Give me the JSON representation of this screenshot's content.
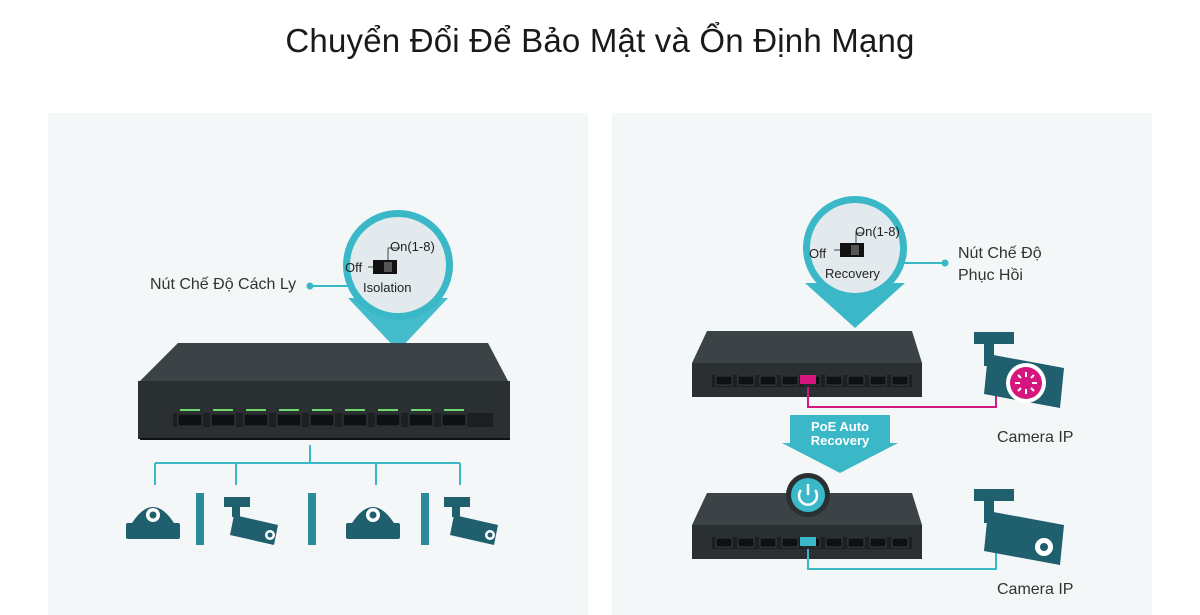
{
  "page": {
    "title": "Chuyển Đổi Để Bảo Mật và Ổn Định Mạng"
  },
  "isolation_panel": {
    "label": "Nút Chế Độ Cách Ly",
    "switch_off": "Off",
    "switch_on": "On(1-8)",
    "switch_mode": "Isolation"
  },
  "recovery_panel": {
    "label_line1": "Nút Chế Độ",
    "label_line2": "Phục Hồi",
    "switch_off": "Off",
    "switch_on": "On(1-8)",
    "switch_mode": "Recovery",
    "poe_line1": "PoE Auto",
    "poe_line2": "Recovery",
    "camera_top": "Camera IP",
    "camera_bottom": "Camera IP"
  },
  "colors": {
    "accent_teal": "#3ab8c8",
    "dark_teal": "#1f5f6e",
    "fault_magenta": "#d6167f",
    "panel_bg": "#f4f7f8"
  },
  "icons": [
    "dome-camera-icon",
    "bullet-camera-icon",
    "power-icon",
    "fault-spinner-icon"
  ]
}
